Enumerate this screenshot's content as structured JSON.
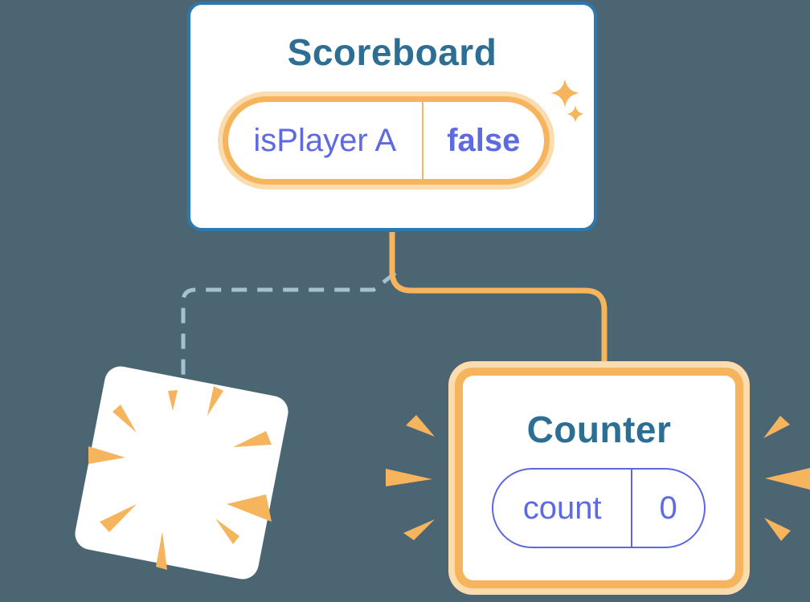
{
  "background_color": "#4b6672",
  "scoreboard": {
    "title": "Scoreboard",
    "state": {
      "name": "isPlayer A",
      "value": "false"
    }
  },
  "counter": {
    "title": "Counter",
    "state": {
      "name": "count",
      "value": "0"
    }
  },
  "icons": {
    "sparkles": "sparkles-icon",
    "poof": "poof-burst-icon",
    "emphasis_left": "emphasis-marks-left-icon",
    "emphasis_right": "emphasis-marks-right-icon"
  },
  "colors": {
    "orange": "#f6b45c",
    "orange_light": "#fbdcae",
    "purple": "#5e6ae2",
    "purple_border": "#5b68e0",
    "card_border_blue": "#2c79af",
    "title_blue": "#2c6e94",
    "dashed_blue": "#a3c1d3",
    "card_bg": "#ffffff"
  }
}
